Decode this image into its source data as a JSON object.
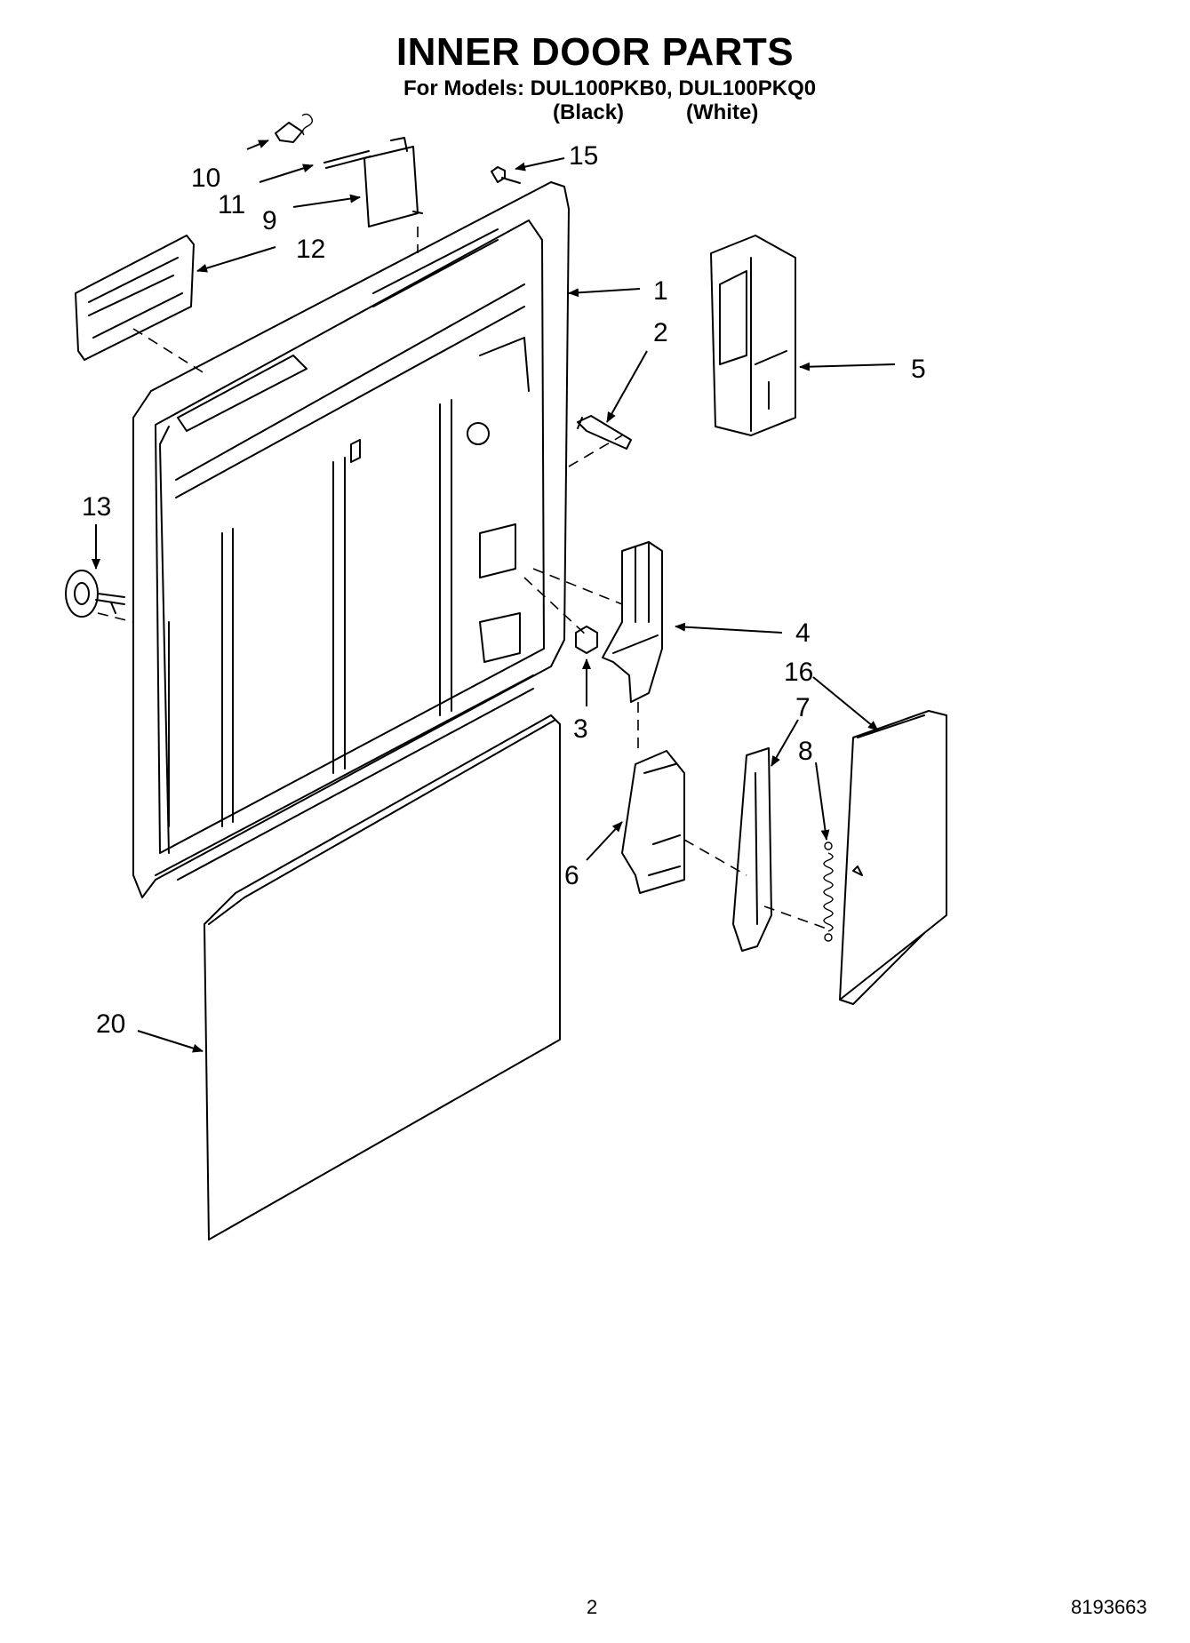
{
  "title": "INNER DOOR PARTS",
  "subtitle": "For Models: DUL100PKB0, DUL100PKQ0",
  "model_colors": [
    "(Black)",
    "(White)"
  ],
  "part_numbers": [
    "10",
    "11",
    "9",
    "15",
    "12",
    "1",
    "2",
    "5",
    "13",
    "4",
    "16",
    "3",
    "7",
    "8",
    "6",
    "20"
  ],
  "footer": {
    "page_number": "2",
    "doc_number": "8193663"
  }
}
